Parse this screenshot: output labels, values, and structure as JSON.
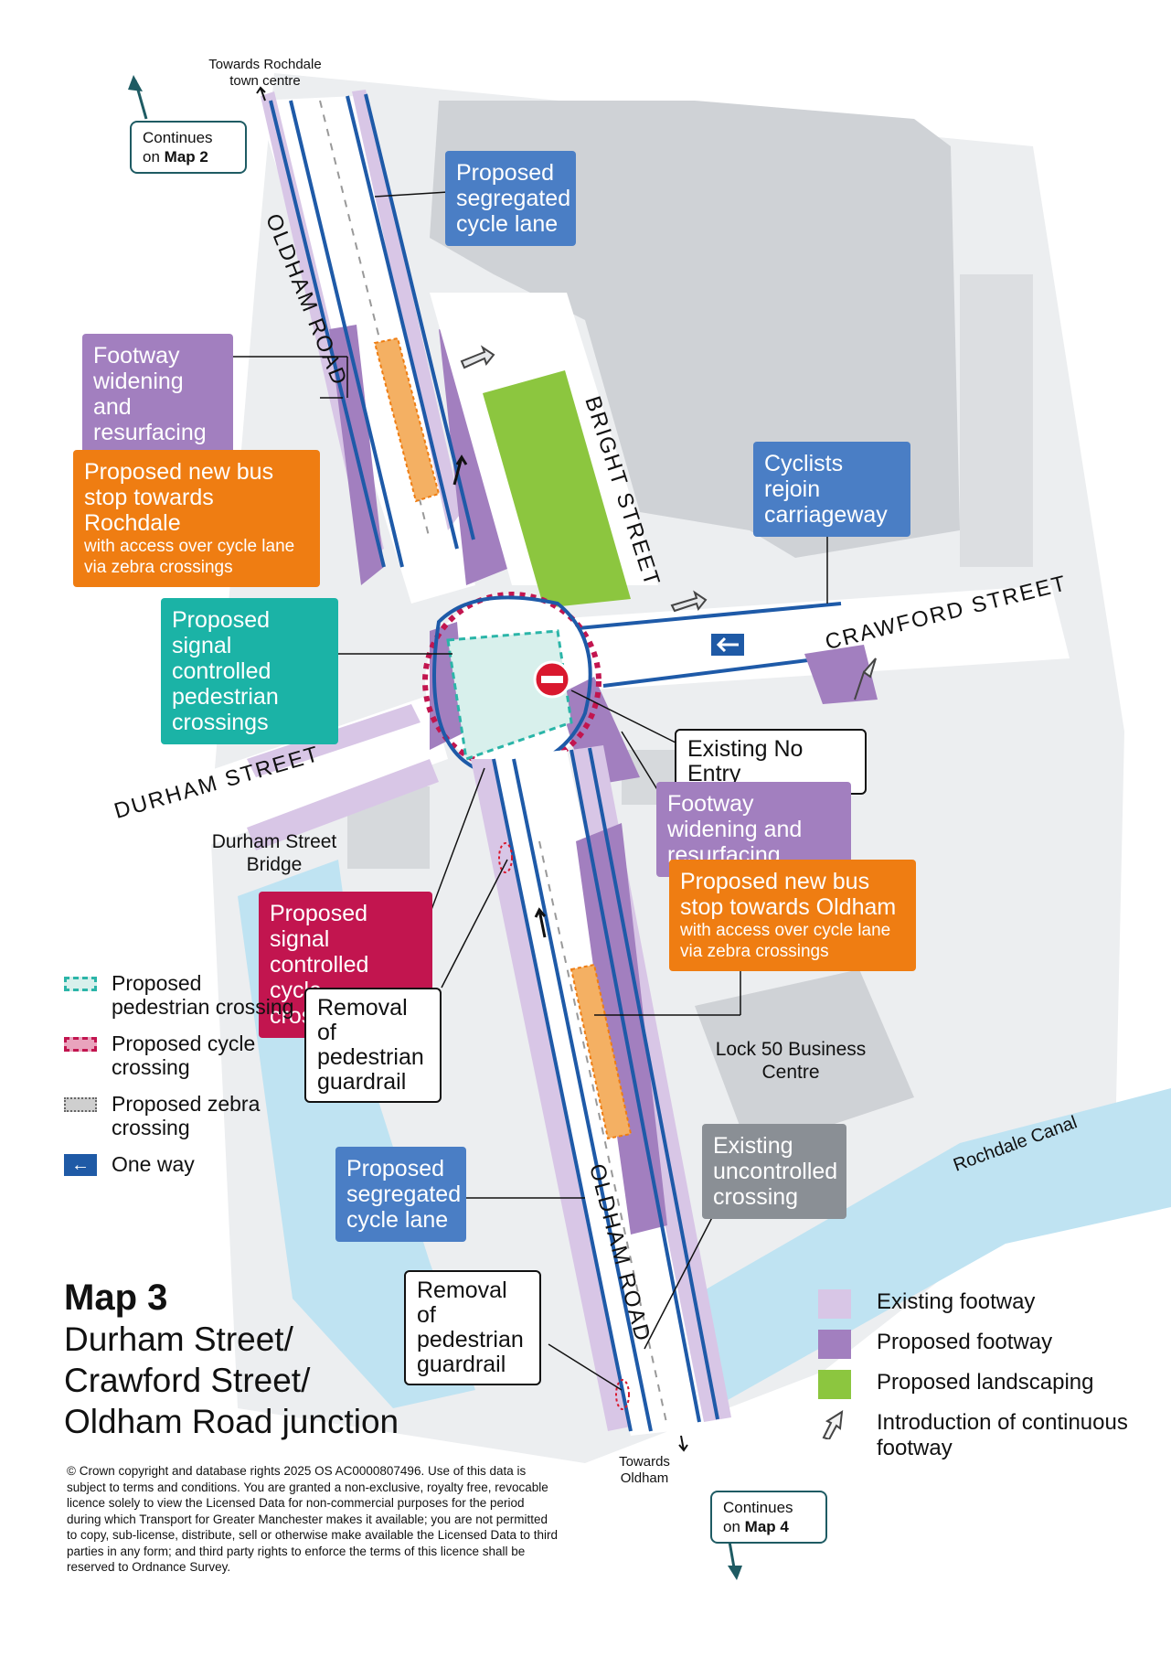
{
  "title": {
    "map_number": "Map 3",
    "line1": "Durham Street/",
    "line2": "Crawford Street/",
    "line3": "Oldham Road junction"
  },
  "roads": {
    "oldham_road_north": "OLDHAM ROAD",
    "oldham_road_south": "OLDHAM ROAD",
    "bright_street": "BRIGHT STREET",
    "crawford_street": "CRAWFORD STREET",
    "durham_street": "DURHAM STREET"
  },
  "places": {
    "towards_rochdale": "Towards Rochdale town centre",
    "towards_oldham": "Towards Oldham",
    "durham_street_bridge": "Durham Street Bridge",
    "lock50": "Lock 50 Business Centre",
    "rochdale_canal": "Rochdale Canal"
  },
  "continues": {
    "top": {
      "prefix": "Continues on",
      "map": "Map 2"
    },
    "bottom": {
      "prefix": "Continues on",
      "map": "Map 4"
    }
  },
  "callouts": {
    "seg_cycle_top": "Proposed segregated cycle lane",
    "footway_widening_left": "Footway widening and resurfacing",
    "bus_stop_rochdale": {
      "main": "Proposed new bus stop towards Rochdale",
      "sub": "with access over cycle lane via zebra crossings"
    },
    "cyclists_rejoin": "Cyclists rejoin carriageway",
    "signal_pedestrian": "Proposed signal controlled pedestrian crossings",
    "existing_no_entry": "Existing No Entry",
    "footway_widening_right": "Footway widening and resurfacing",
    "bus_stop_oldham": {
      "main": "Proposed new bus stop towards Oldham",
      "sub": "with access over cycle lane via zebra crossings"
    },
    "signal_cycle": "Proposed signal controlled cycle crossings",
    "removal_guardrail_1": "Removal of pedestrian guardrail",
    "seg_cycle_bottom": "Proposed segregated cycle lane",
    "existing_uncontrolled": "Existing uncontrolled crossing",
    "removal_guardrail_2": "Removal of pedestrian guardrail"
  },
  "legend_left": [
    {
      "label": "Proposed pedestrian crossing",
      "icon": "dashed-teal-swatch",
      "color": "#2bb5a8"
    },
    {
      "label": "Proposed cycle crossing",
      "icon": "dashed-red-swatch",
      "color": "#c2154f"
    },
    {
      "label": "Proposed zebra crossing",
      "icon": "dotted-grey-swatch",
      "color": "#777777"
    },
    {
      "label": "One way",
      "icon": "one-way-arrow-icon",
      "color": "#1f5aa6"
    }
  ],
  "legend_right": [
    {
      "label": "Existing footway",
      "color": "#d8c6e6"
    },
    {
      "label": "Proposed footway",
      "color": "#a27fbf"
    },
    {
      "label": "Proposed landscaping",
      "color": "#8cc63f"
    },
    {
      "label": "Introduction of continuous footway",
      "icon": "continuous-footway-arrow-icon"
    }
  ],
  "copyright": "© Crown copyright and database rights 2025 OS AC0000807496. Use of this data is subject to terms and conditions. You are granted a non-exclusive, royalty free, revocable licence solely to view the Licensed Data for non-commercial purposes for the period during which Transport for Greater Manchester makes it available; you are not permitted to copy, sub-license, distribute, sell or otherwise make available the Licensed Data to third parties in any form; and third party rights to enforce the terms of this licence shall be reserved to Ordnance Survey.",
  "colors": {
    "road": "#ffffff",
    "building": "#cfd2d6",
    "ground": "#eceef0",
    "water": "#bfe3f2",
    "cycle_lane": "#1e5aa8",
    "existing_footway": "#d8c6e6",
    "proposed_footway": "#a27fbf",
    "landscaping": "#8cc63f",
    "bus_stop": "#f4b063"
  }
}
